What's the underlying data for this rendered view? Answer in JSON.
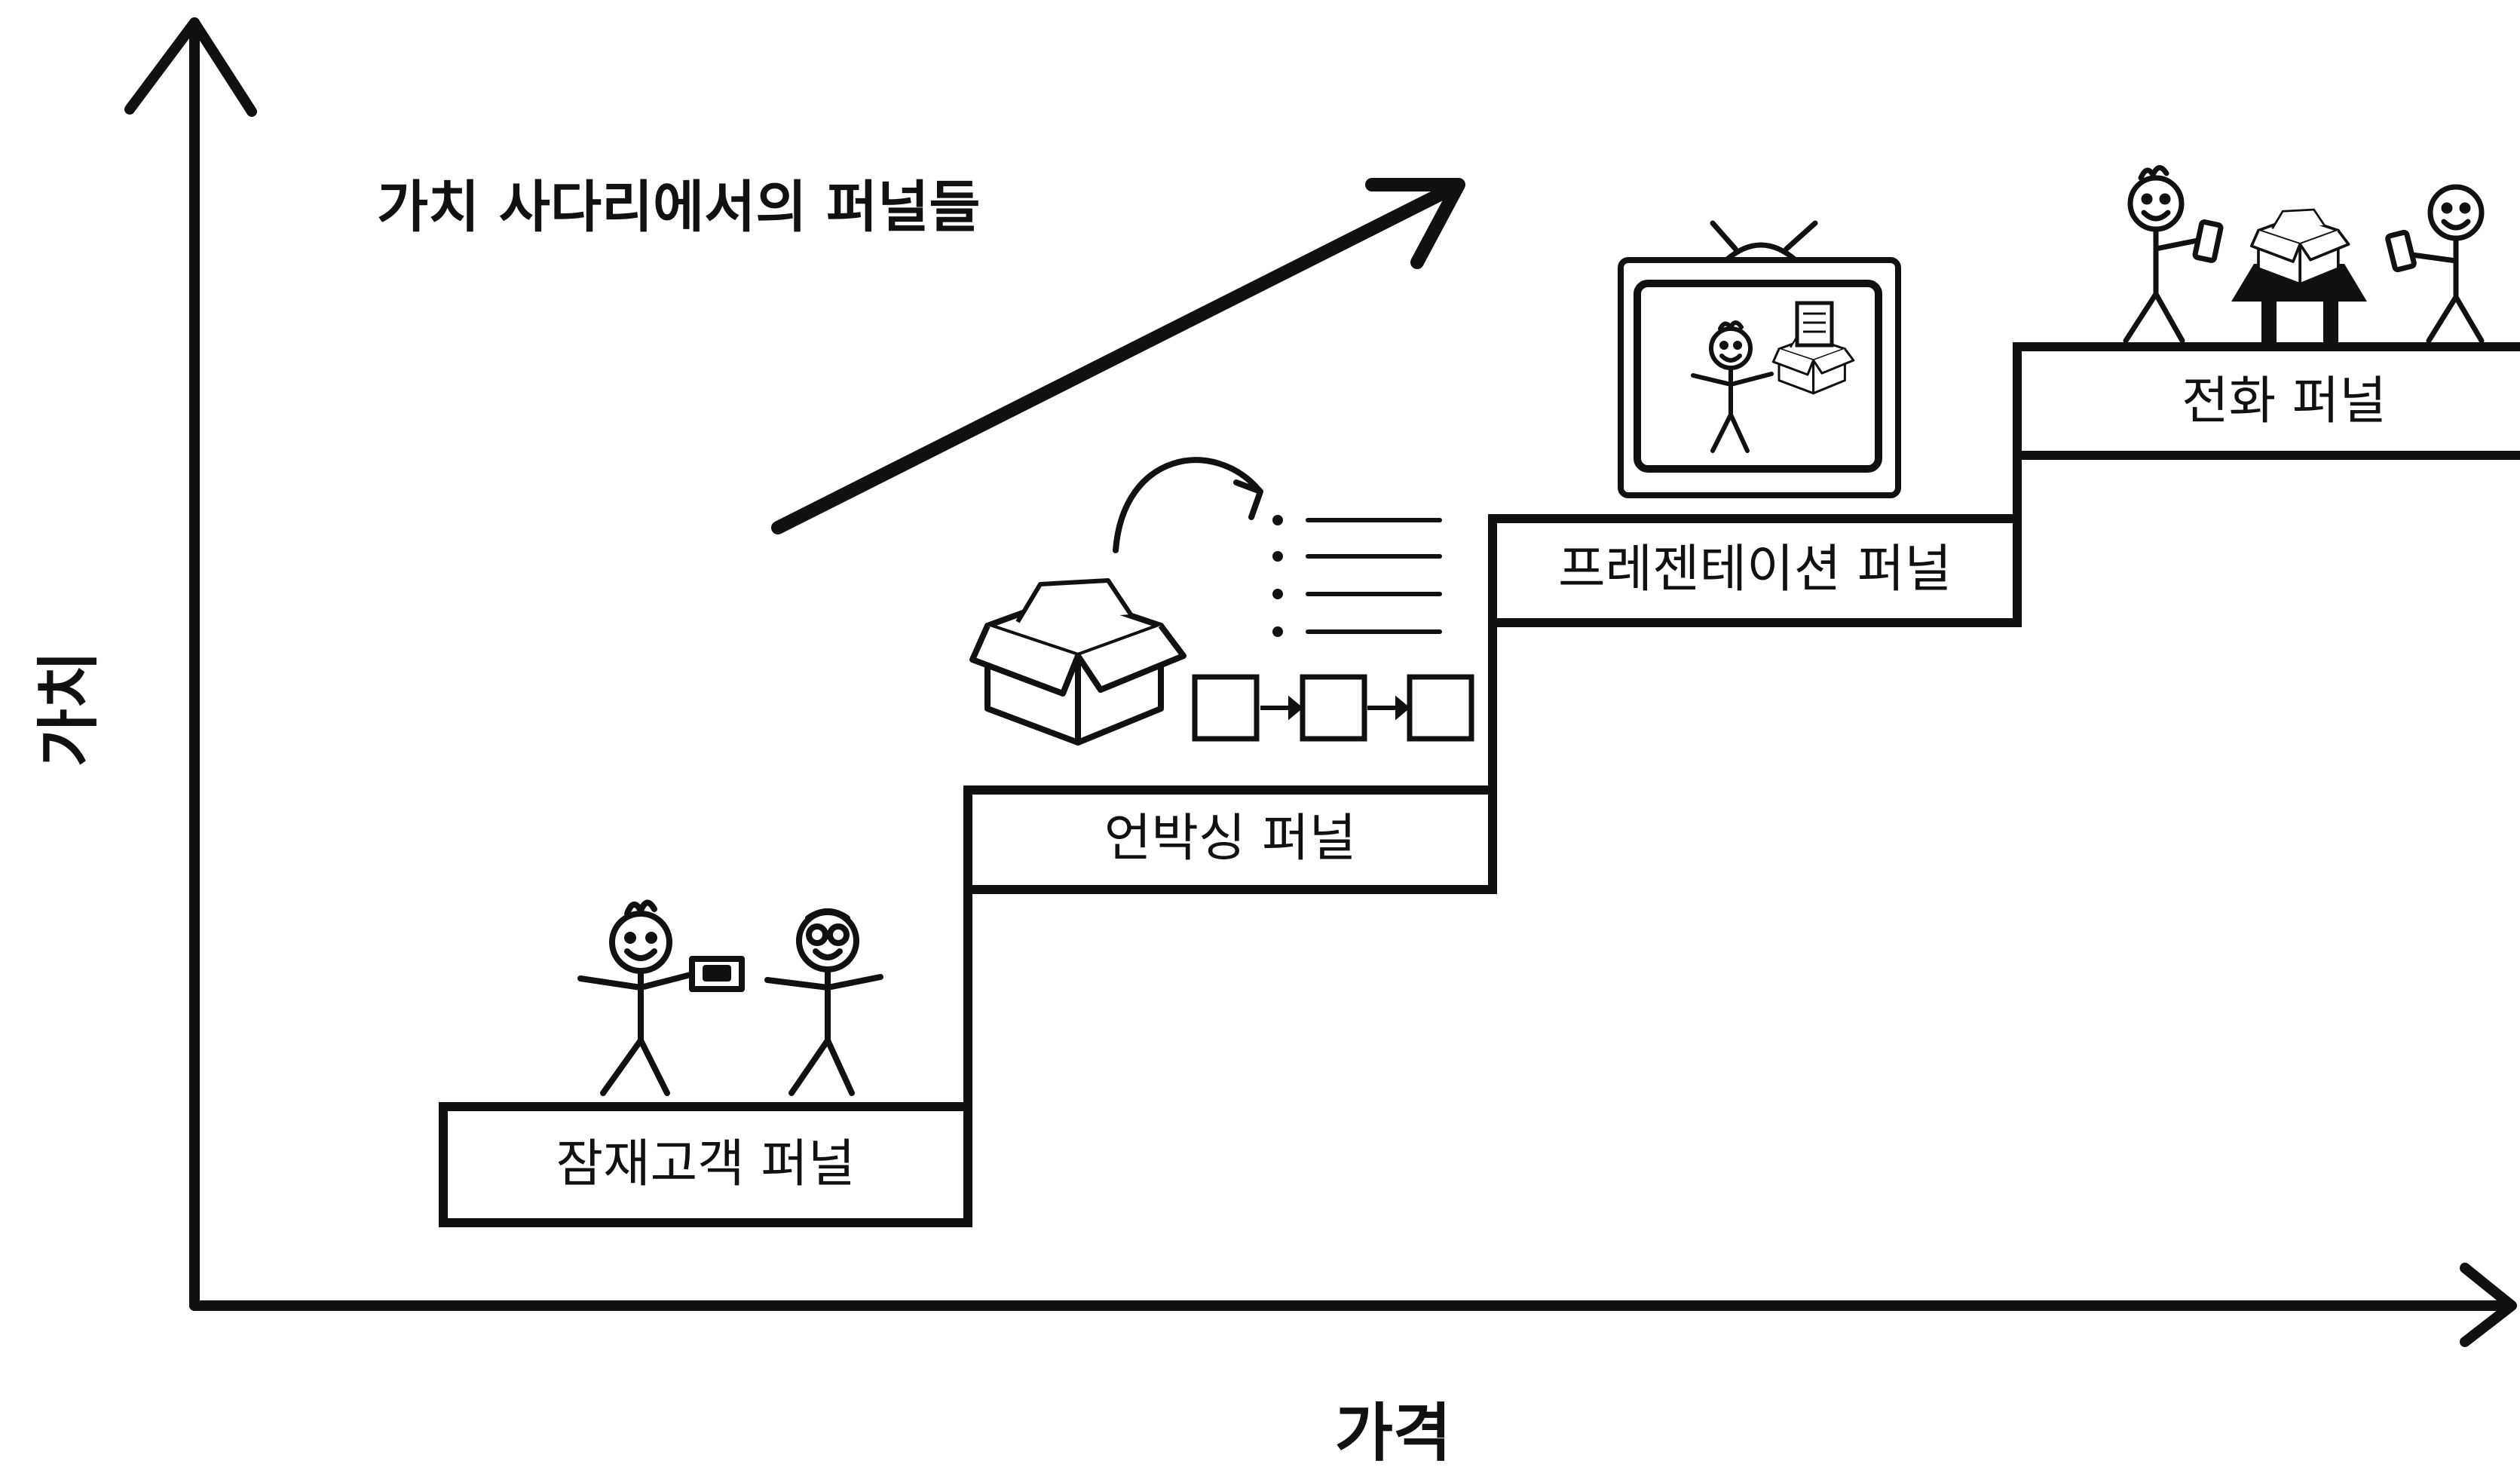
{
  "title": "가치 사다리에서의 퍼널들",
  "axes": {
    "y_label": "가치",
    "x_label": "가격"
  },
  "steps": [
    {
      "label": "잠재고객 퍼널"
    },
    {
      "label": "언박싱 퍼널"
    },
    {
      "label": "프레젠테이션 퍼널"
    },
    {
      "label": "전화 퍼널"
    }
  ],
  "colors": {
    "ink": "#111111",
    "background": "#ffffff"
  }
}
